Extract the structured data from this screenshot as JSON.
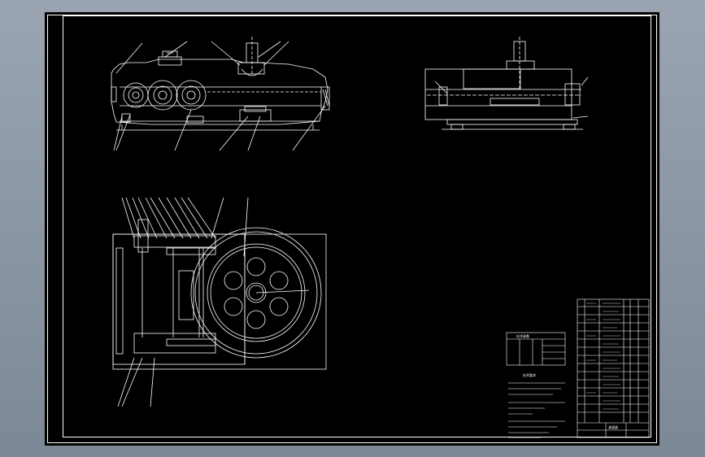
{
  "drawing": {
    "background": "#000000",
    "line_color": "#ffffff",
    "frame_color": "#ffffff",
    "canvas_color": "#8d98a5"
  },
  "tables": {
    "technical_requirements_title": "技术要求",
    "parameter_table_title": "技术参数",
    "title_block_heading": "减速器"
  }
}
